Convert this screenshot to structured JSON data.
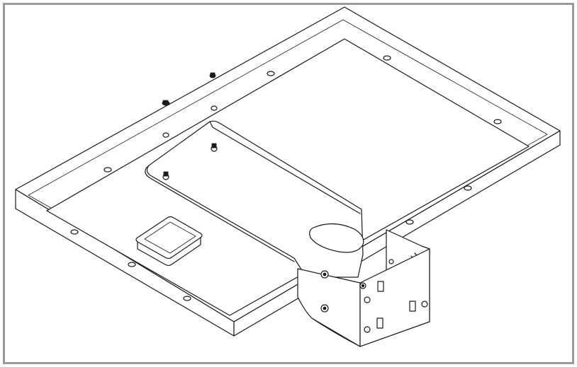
{
  "figure": {
    "description_visible_text": "",
    "colors": {
      "line": "#1a1a1a",
      "frame_border": "#9a9a9a",
      "background": "#ffffff"
    },
    "parts": [
      "solar-panel",
      "panel-frame",
      "mounting-bracket",
      "mounting-sleeve",
      "hardware-bolts",
      "junction-box-recess",
      "slot-cutout"
    ]
  }
}
